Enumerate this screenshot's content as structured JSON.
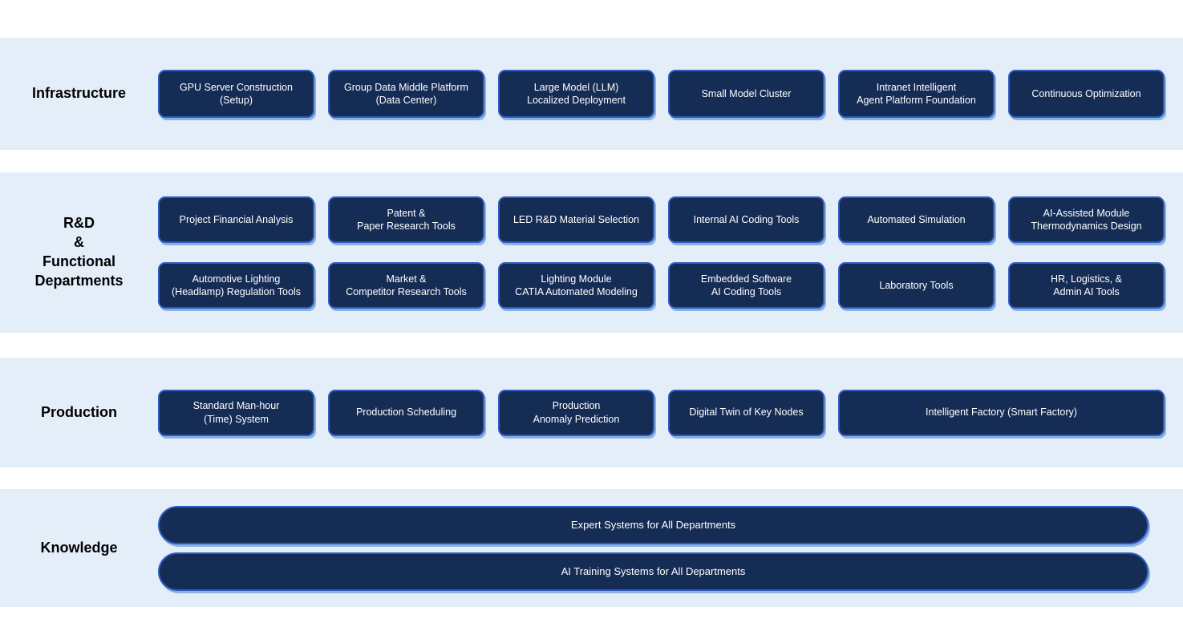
{
  "colors": {
    "page_background": "#ffffff",
    "band_background": "#e4eef9",
    "box_fill": "#152c55",
    "box_border": "#2e5bc4",
    "box_glow": "#8ab2e0",
    "box_text": "#ffffff",
    "label_text": "#000000"
  },
  "bands": {
    "infrastructure": {
      "label": "Infrastructure",
      "boxes": [
        "GPU Server Construction\n(Setup)",
        "Group Data Middle Platform\n(Data Center)",
        "Large Model (LLM)\nLocalized Deployment",
        "Small Model Cluster",
        "Intranet Intelligent\nAgent Platform Foundation",
        "Continuous Optimization"
      ]
    },
    "rnd": {
      "label": "R&D\n&\nFunctional\nDepartments",
      "row1": [
        "Project Financial Analysis",
        "Patent &\nPaper Research Tools",
        "LED R&D Material Selection",
        "Internal AI Coding Tools",
        "Automated Simulation",
        "AI-Assisted Module\nThermodynamics Design"
      ],
      "row2": [
        "Automotive Lighting\n(Headlamp) Regulation Tools",
        "Market &\nCompetitor Research Tools",
        "Lighting Module\nCATIA Automated Modeling",
        "Embedded Software\nAI Coding Tools",
        "Laboratory Tools",
        "HR, Logistics, &\nAdmin AI Tools"
      ]
    },
    "production": {
      "label": "Production",
      "boxes": [
        "Standard Man-hour\n(Time) System",
        "Production Scheduling",
        "Production\nAnomaly Prediction",
        "Digital Twin of Key Nodes",
        "Intelligent Factory (Smart Factory)"
      ]
    },
    "knowledge": {
      "label": "Knowledge",
      "boxes": [
        "Expert Systems for All Departments",
        "AI Training Systems for All Departments"
      ]
    }
  }
}
